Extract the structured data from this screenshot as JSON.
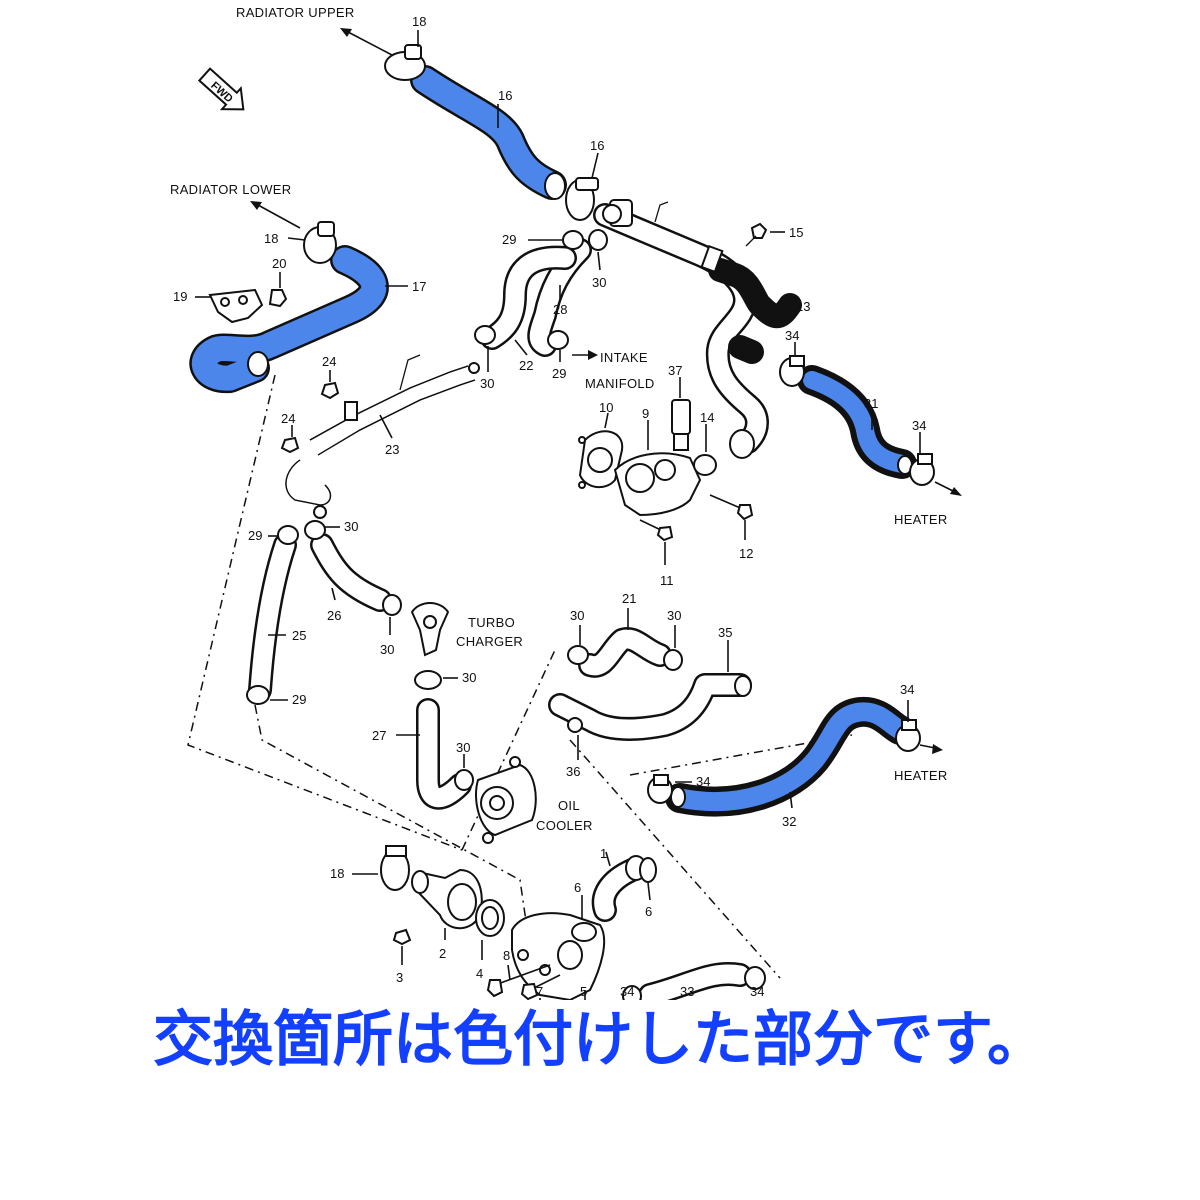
{
  "colors": {
    "highlight": "#4d86ea",
    "caption": "#1340ff",
    "ink": "#111111"
  },
  "directions": {
    "radiator_upper": "RADIATOR UPPER",
    "radiator_lower": "RADIATOR LOWER",
    "intake_1": "INTAKE",
    "intake_2": "MANIFOLD",
    "heater_1": "HEATER",
    "heater_2": "HEATER",
    "turbo_1": "TURBO",
    "turbo_2": "CHARGER",
    "oil_1": "OIL",
    "oil_2": "COOLER",
    "fwd": "FWD"
  },
  "callouts": {
    "c18a": "18",
    "c16": "16",
    "c18b": "16",
    "c15": "15",
    "c13": "13",
    "c18c": "18",
    "c17": "17",
    "c20": "20",
    "c19": "19",
    "c29a": "29",
    "c30a": "30",
    "c28": "28",
    "c22": "22",
    "c30b": "30",
    "c29b": "29",
    "c24a": "24",
    "c24b": "24",
    "c23": "23",
    "c34a": "34",
    "c37": "37",
    "c31": "31",
    "c34b": "34",
    "c10": "10",
    "c9": "9",
    "c14": "14",
    "c12": "12",
    "c11": "11",
    "c29c": "29",
    "c30c": "30",
    "c26": "26",
    "c30d": "30",
    "c25": "25",
    "c29d": "29",
    "c30e": "30",
    "c21": "21",
    "c30f": "30",
    "c35": "35",
    "c30g": "30",
    "c27": "27",
    "c30h": "30",
    "c36": "36",
    "c34c": "34",
    "c34d": "34",
    "c32": "32",
    "c18d": "18",
    "c1": "1",
    "c6a": "6",
    "c6b": "6",
    "c2": "2",
    "c3": "3",
    "c4": "4",
    "c8": "8",
    "c7": "7",
    "c5": "5",
    "c34e": "34",
    "c33": "33",
    "c34f": "34"
  },
  "caption": "交換箇所は色付けした部分です。"
}
